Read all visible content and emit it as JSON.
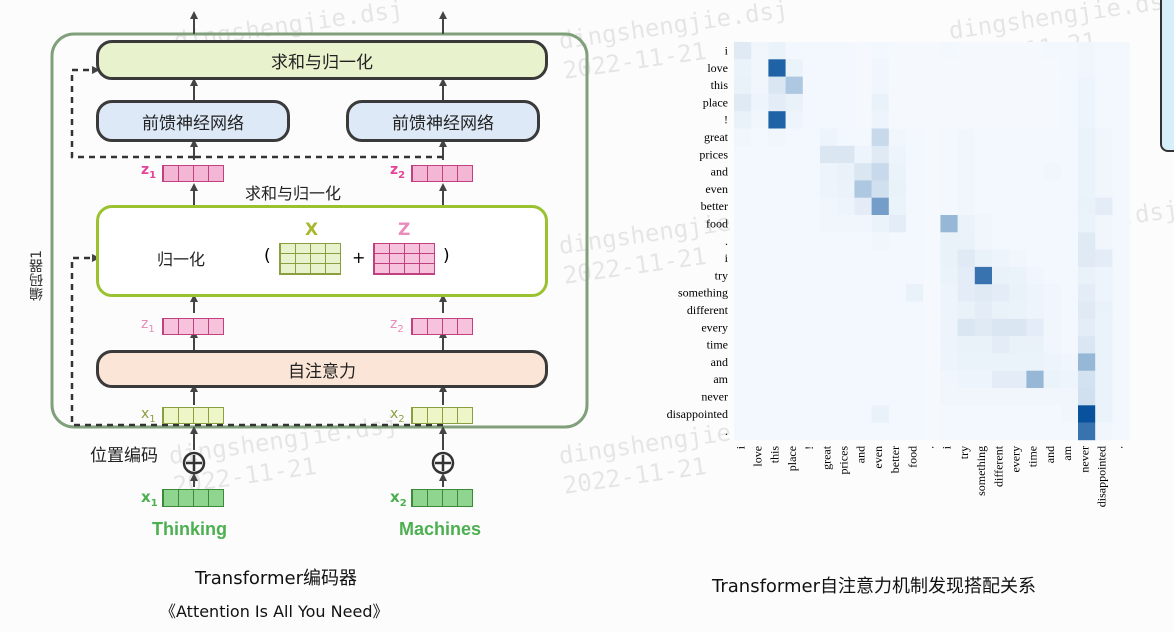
{
  "encoder": {
    "group_label": "编码器1",
    "add_norm_top": "求和与归一化",
    "ffn_left": "前馈神经网络",
    "ffn_right": "前馈神经网络",
    "add_norm_mid": "求和与归一化",
    "norm_label": "归一化",
    "x_label": "X",
    "z_label": "Z",
    "open_paren": "(",
    "plus": "+",
    "close_paren": ")",
    "self_attention": "自注意力",
    "pos_encoding": "位置编码",
    "z1": "z",
    "z1_sub": "1",
    "z2": "z",
    "z2_sub": "2",
    "x1": "x",
    "x1_sub": "1",
    "x2": "x",
    "x2_sub": "2",
    "word_left": "Thinking",
    "word_right": "Machines",
    "caption": "Transformer编码器",
    "sub_caption": "《Attention Is All You Need》"
  },
  "heatmap": {
    "caption": "Transformer自注意力机制发现搭配关系",
    "color": "#08519c"
  },
  "chart_data": {
    "type": "heatmap",
    "rows": [
      "i",
      "love",
      "this",
      "place",
      "!",
      "great",
      "prices",
      "and",
      "even",
      "better",
      "food",
      ".",
      "i",
      "try",
      "something",
      "different",
      "every",
      "time",
      "and",
      "am",
      "never",
      "disappointed",
      "."
    ],
    "cols": [
      "i",
      "love",
      "this",
      "place",
      "!",
      "great",
      "prices",
      "and",
      "even",
      "better",
      "food",
      ".",
      "i",
      "try",
      "something",
      "different",
      "every",
      "time",
      "and",
      "am",
      "never",
      "disappointed",
      "."
    ],
    "values": [
      [
        0.1,
        0.03,
        0.05,
        0.02,
        0.02,
        0.02,
        0.02,
        0.01,
        0.02,
        0.01,
        0.01,
        0.01,
        0.02,
        0.01,
        0.01,
        0.01,
        0.01,
        0.01,
        0.02,
        0.02,
        0.03,
        0.02,
        0.02
      ],
      [
        0.05,
        0.03,
        0.9,
        0.05,
        0.02,
        0.02,
        0.02,
        0.01,
        0.03,
        0.01,
        0.01,
        0.01,
        0.01,
        0.01,
        0.01,
        0.01,
        0.01,
        0.01,
        0.01,
        0.02,
        0.03,
        0.02,
        0.02
      ],
      [
        0.06,
        0.03,
        0.12,
        0.3,
        0.02,
        0.02,
        0.02,
        0.01,
        0.03,
        0.01,
        0.01,
        0.01,
        0.01,
        0.01,
        0.01,
        0.01,
        0.01,
        0.01,
        0.01,
        0.02,
        0.04,
        0.02,
        0.02
      ],
      [
        0.1,
        0.04,
        0.08,
        0.06,
        0.02,
        0.02,
        0.02,
        0.01,
        0.06,
        0.01,
        0.01,
        0.01,
        0.01,
        0.01,
        0.01,
        0.01,
        0.01,
        0.01,
        0.01,
        0.02,
        0.04,
        0.02,
        0.02
      ],
      [
        0.06,
        0.03,
        0.9,
        0.04,
        0.02,
        0.02,
        0.02,
        0.01,
        0.04,
        0.01,
        0.01,
        0.01,
        0.01,
        0.01,
        0.01,
        0.01,
        0.01,
        0.01,
        0.01,
        0.02,
        0.04,
        0.02,
        0.02
      ],
      [
        0.03,
        0.02,
        0.03,
        0.02,
        0.02,
        0.04,
        0.02,
        0.02,
        0.2,
        0.03,
        0.02,
        0.01,
        0.02,
        0.03,
        0.02,
        0.02,
        0.02,
        0.02,
        0.02,
        0.02,
        0.05,
        0.03,
        0.02
      ],
      [
        0.02,
        0.02,
        0.02,
        0.02,
        0.02,
        0.12,
        0.12,
        0.04,
        0.1,
        0.04,
        0.02,
        0.01,
        0.02,
        0.03,
        0.02,
        0.02,
        0.02,
        0.02,
        0.02,
        0.02,
        0.05,
        0.03,
        0.02
      ],
      [
        0.02,
        0.02,
        0.02,
        0.02,
        0.02,
        0.04,
        0.06,
        0.12,
        0.2,
        0.05,
        0.02,
        0.01,
        0.02,
        0.03,
        0.02,
        0.02,
        0.02,
        0.02,
        0.03,
        0.02,
        0.05,
        0.03,
        0.02
      ],
      [
        0.02,
        0.02,
        0.02,
        0.02,
        0.02,
        0.04,
        0.05,
        0.3,
        0.16,
        0.06,
        0.02,
        0.01,
        0.02,
        0.03,
        0.02,
        0.02,
        0.02,
        0.02,
        0.02,
        0.02,
        0.05,
        0.03,
        0.02
      ],
      [
        0.02,
        0.02,
        0.02,
        0.02,
        0.02,
        0.03,
        0.04,
        0.08,
        0.55,
        0.05,
        0.02,
        0.01,
        0.02,
        0.03,
        0.02,
        0.02,
        0.02,
        0.02,
        0.02,
        0.02,
        0.06,
        0.08,
        0.02
      ],
      [
        0.02,
        0.02,
        0.02,
        0.02,
        0.02,
        0.03,
        0.03,
        0.03,
        0.05,
        0.08,
        0.02,
        0.01,
        0.4,
        0.05,
        0.03,
        0.02,
        0.02,
        0.02,
        0.02,
        0.02,
        0.05,
        0.03,
        0.02
      ],
      [
        0.02,
        0.02,
        0.02,
        0.02,
        0.02,
        0.02,
        0.02,
        0.02,
        0.03,
        0.02,
        0.02,
        0.01,
        0.06,
        0.06,
        0.03,
        0.02,
        0.02,
        0.02,
        0.02,
        0.02,
        0.1,
        0.03,
        0.02
      ],
      [
        0.02,
        0.02,
        0.02,
        0.02,
        0.02,
        0.02,
        0.02,
        0.02,
        0.02,
        0.02,
        0.02,
        0.01,
        0.06,
        0.1,
        0.06,
        0.04,
        0.03,
        0.02,
        0.02,
        0.02,
        0.1,
        0.08,
        0.02
      ],
      [
        0.02,
        0.02,
        0.02,
        0.02,
        0.02,
        0.02,
        0.02,
        0.02,
        0.02,
        0.02,
        0.02,
        0.01,
        0.05,
        0.08,
        0.8,
        0.06,
        0.05,
        0.03,
        0.02,
        0.02,
        0.06,
        0.04,
        0.02
      ],
      [
        0.02,
        0.02,
        0.02,
        0.02,
        0.02,
        0.02,
        0.02,
        0.02,
        0.02,
        0.02,
        0.06,
        0.01,
        0.04,
        0.08,
        0.1,
        0.08,
        0.06,
        0.04,
        0.03,
        0.02,
        0.08,
        0.04,
        0.02
      ],
      [
        0.02,
        0.02,
        0.02,
        0.02,
        0.02,
        0.02,
        0.02,
        0.02,
        0.02,
        0.02,
        0.02,
        0.01,
        0.04,
        0.06,
        0.08,
        0.06,
        0.05,
        0.04,
        0.03,
        0.02,
        0.1,
        0.06,
        0.02
      ],
      [
        0.02,
        0.02,
        0.02,
        0.02,
        0.02,
        0.02,
        0.02,
        0.02,
        0.02,
        0.02,
        0.02,
        0.01,
        0.04,
        0.12,
        0.1,
        0.12,
        0.12,
        0.08,
        0.03,
        0.02,
        0.08,
        0.05,
        0.02
      ],
      [
        0.02,
        0.02,
        0.02,
        0.02,
        0.02,
        0.02,
        0.02,
        0.02,
        0.02,
        0.02,
        0.02,
        0.01,
        0.04,
        0.06,
        0.06,
        0.08,
        0.06,
        0.06,
        0.03,
        0.02,
        0.12,
        0.05,
        0.02
      ],
      [
        0.02,
        0.02,
        0.02,
        0.02,
        0.02,
        0.02,
        0.02,
        0.02,
        0.02,
        0.02,
        0.02,
        0.01,
        0.04,
        0.05,
        0.05,
        0.05,
        0.05,
        0.05,
        0.04,
        0.03,
        0.4,
        0.05,
        0.02
      ],
      [
        0.02,
        0.02,
        0.02,
        0.02,
        0.02,
        0.02,
        0.02,
        0.02,
        0.02,
        0.02,
        0.02,
        0.01,
        0.03,
        0.04,
        0.04,
        0.08,
        0.08,
        0.4,
        0.05,
        0.04,
        0.15,
        0.05,
        0.02
      ],
      [
        0.02,
        0.02,
        0.02,
        0.02,
        0.02,
        0.02,
        0.02,
        0.02,
        0.02,
        0.02,
        0.02,
        0.01,
        0.03,
        0.03,
        0.03,
        0.03,
        0.03,
        0.03,
        0.03,
        0.03,
        0.16,
        0.05,
        0.02
      ],
      [
        0.02,
        0.02,
        0.02,
        0.02,
        0.02,
        0.02,
        0.02,
        0.02,
        0.06,
        0.02,
        0.02,
        0.01,
        0.02,
        0.02,
        0.02,
        0.02,
        0.02,
        0.02,
        0.02,
        0.03,
        1.0,
        0.05,
        0.02
      ],
      [
        0.02,
        0.02,
        0.02,
        0.02,
        0.02,
        0.02,
        0.02,
        0.02,
        0.02,
        0.02,
        0.02,
        0.01,
        0.02,
        0.02,
        0.02,
        0.02,
        0.02,
        0.02,
        0.02,
        0.02,
        0.8,
        0.03,
        0.02
      ]
    ]
  }
}
